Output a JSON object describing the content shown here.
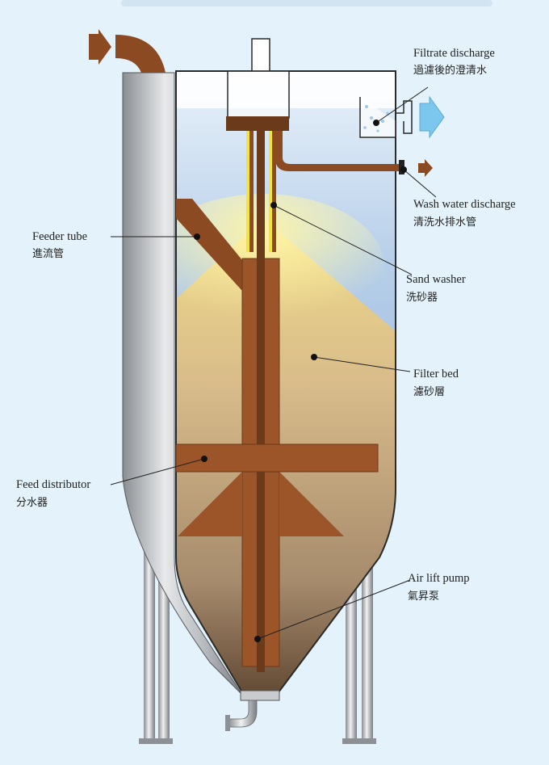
{
  "labels": {
    "filtrate": {
      "en": "Filtrate discharge",
      "zh": "過濾後的澄清水"
    },
    "wash_water": {
      "en": "Wash water discharge",
      "zh": "清洗水排水管"
    },
    "feeder_tube": {
      "en": "Feeder tube",
      "zh": "進流管"
    },
    "sand_washer": {
      "en": "Sand washer",
      "zh": "洗砂器"
    },
    "filter_bed": {
      "en": "Filter bed",
      "zh": "濾砂層"
    },
    "feed_distributor": {
      "en": "Feed distributor",
      "zh": "分水器"
    },
    "air_lift_pump": {
      "en": "Air lift pump",
      "zh": "氣昇泵"
    }
  },
  "colors": {
    "background": "#e4f2fb",
    "pipe_brown": "#8b4a22",
    "water_blue": "#8fb3dc",
    "sand": "#c9ad82",
    "steel": "#b9bdc1",
    "filtrate_arrow": "#7cc7ee"
  }
}
